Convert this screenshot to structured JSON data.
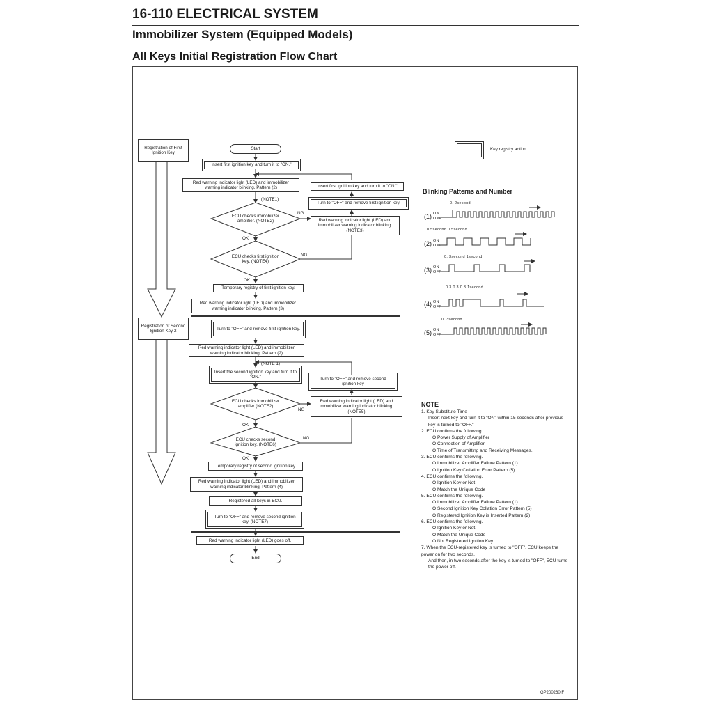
{
  "header": {
    "section": "16-110 ELECTRICAL SYSTEM",
    "subsection": "Immobilizer System (Equipped Models)",
    "chart_title": "All Keys Initial Registration Flow Chart"
  },
  "side": {
    "first": "Registration of First Ignition Key",
    "second": "Registration of Second Ignition Key 2"
  },
  "legend": {
    "label": "Key registry action"
  },
  "flow": {
    "start": "Start",
    "insert_first": "Insert first ignition key and turn it to \"ON.\"",
    "led_pattern2_a": "Red warning indicator light (LED) and immobilizer warning indicator blinking. Pattern (2)",
    "note1_a": "(NOTE1)",
    "ecu_amp_a": "ECU checks immobilizer amplifier. (NOTE2)",
    "ng": "NG",
    "ok": "OK",
    "right_insert_first": "Insert first ignition key and turn it to \"ON.\"",
    "right_turn_off_first": "Turn to \"OFF\" and remove first ignition key.",
    "right_led_note3": "Red warning indicator light (LED) and immobilizer warning indicator blinking. (NOTE3)",
    "ecu_first_key": "ECU checks first ignition key. (NOTE4)",
    "temp_first": "Temporary registry of first ignition key.",
    "led_pattern3": "Red warning indicator light (LED) and immobilizer warning indicator blinking. Pattern (3)",
    "turn_off_first": "Turn to \"OFF\" and remove first ignition key.",
    "led_pattern2_b": "Red warning indicator light (LED) and immobilizer warning indicator blinking. Pattern (2)",
    "note1_b": "(NOTE 1)",
    "insert_second": "Insert the second ignition key and turn it to \"ON.\"",
    "right_turn_off_second": "Turn to \"OFF\" and remove second ignition key",
    "ecu_amp_b": "ECU checks immobilizer amplifier (NOTE2)",
    "right_led_note5": "Red warning indicator light (LED) and immobilizer warning indicator blinking. (NOTE5)",
    "ecu_second_key": "ECU checks second ignition key. (NOTE6)",
    "temp_second": "Temporary registry of second ignition key",
    "led_pattern4": "Red warning indicator light (LED) and immobilizer warning indicator blinking. Pattern (4)",
    "registered_all": "Registered all keys in ECU.",
    "turn_off_second": "Turn to \"OFF\" and remove second ignition key. (NOTE7)",
    "led_off": "Red warning indicator light (LED) goes off.",
    "end": "End"
  },
  "blinking": {
    "title": "Blinking Patterns and Number",
    "p1_label": "(1)",
    "p1_tick": "0. 2second",
    "p2_label": "(2)",
    "p2_tick": "0.5second 0.5second",
    "p3_label": "(3)",
    "p3_tick": "0. 3second   1second",
    "p4_label": "(4)",
    "p4_tick": "0.3 0.3   0.3   1second",
    "p5_label": "(5)",
    "p5_tick": "0. 3second",
    "on": "ON",
    "off": "OFF"
  },
  "notes": {
    "title": "NOTE",
    "n1": "1. Key Substitute Time",
    "n1a": "Insert next key and turn it to \"ON\" within 15 seconds after previous key is turned to \"OFF.\"",
    "n2": "2. ECU confirms the following.",
    "n2a": "O  Power Supply of Amplifier",
    "n2b": "O  Connection of Amplifier",
    "n2c": "O  Time of Transmitting and Receiving Messages.",
    "n3": "3. ECU confirms the following.",
    "n3a": "O  Immobilizer Amplifier Failure Pattern (1)",
    "n3b": "O  Ignition Key Collation Error Pattern (5)",
    "n4": "4. ECU confirms the following.",
    "n4a": "O  Ignition Key or Not",
    "n4b": "O  Match the Unique Code",
    "n5": "5. ECU confirms the following.",
    "n5a": "O  Immobilizer Amplifier Failure Pattern (1)",
    "n5b": "O  Second Ignition Key Collation Error Pattern (5)",
    "n5c": "O  Registered Ignition Key is Inserted Pattern (2)",
    "n6": "6. ECU confirms the following.",
    "n6a": "O  Ignition Key or Not.",
    "n6b": "O  Match the Unique Code",
    "n6c": "O  Not Registered Ignition Key",
    "n7": "7. When the ECU-registered key is turned to \"OFF\", ECU keeps the power on for two seconds.",
    "n7a": "And then, in two seconds after the key is turned to \"OFF\", ECU turns the power off."
  },
  "footer": {
    "code": "GP200260   F"
  }
}
